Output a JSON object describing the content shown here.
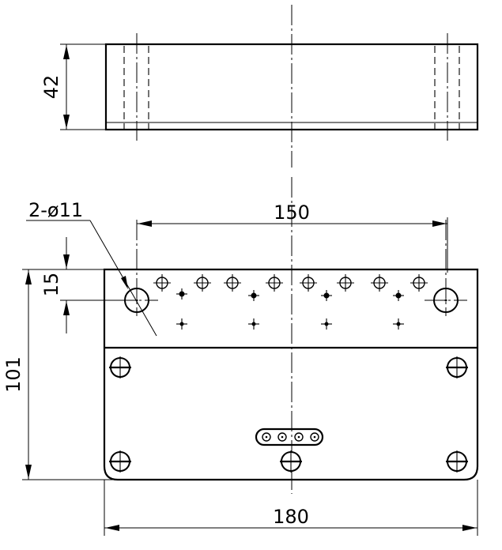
{
  "dimensions": {
    "height_top_view": "42",
    "hole_callout": "2-ø11",
    "hole_spacing": "150",
    "hole_offset": "15",
    "overall_height": "101",
    "overall_width": "180"
  }
}
